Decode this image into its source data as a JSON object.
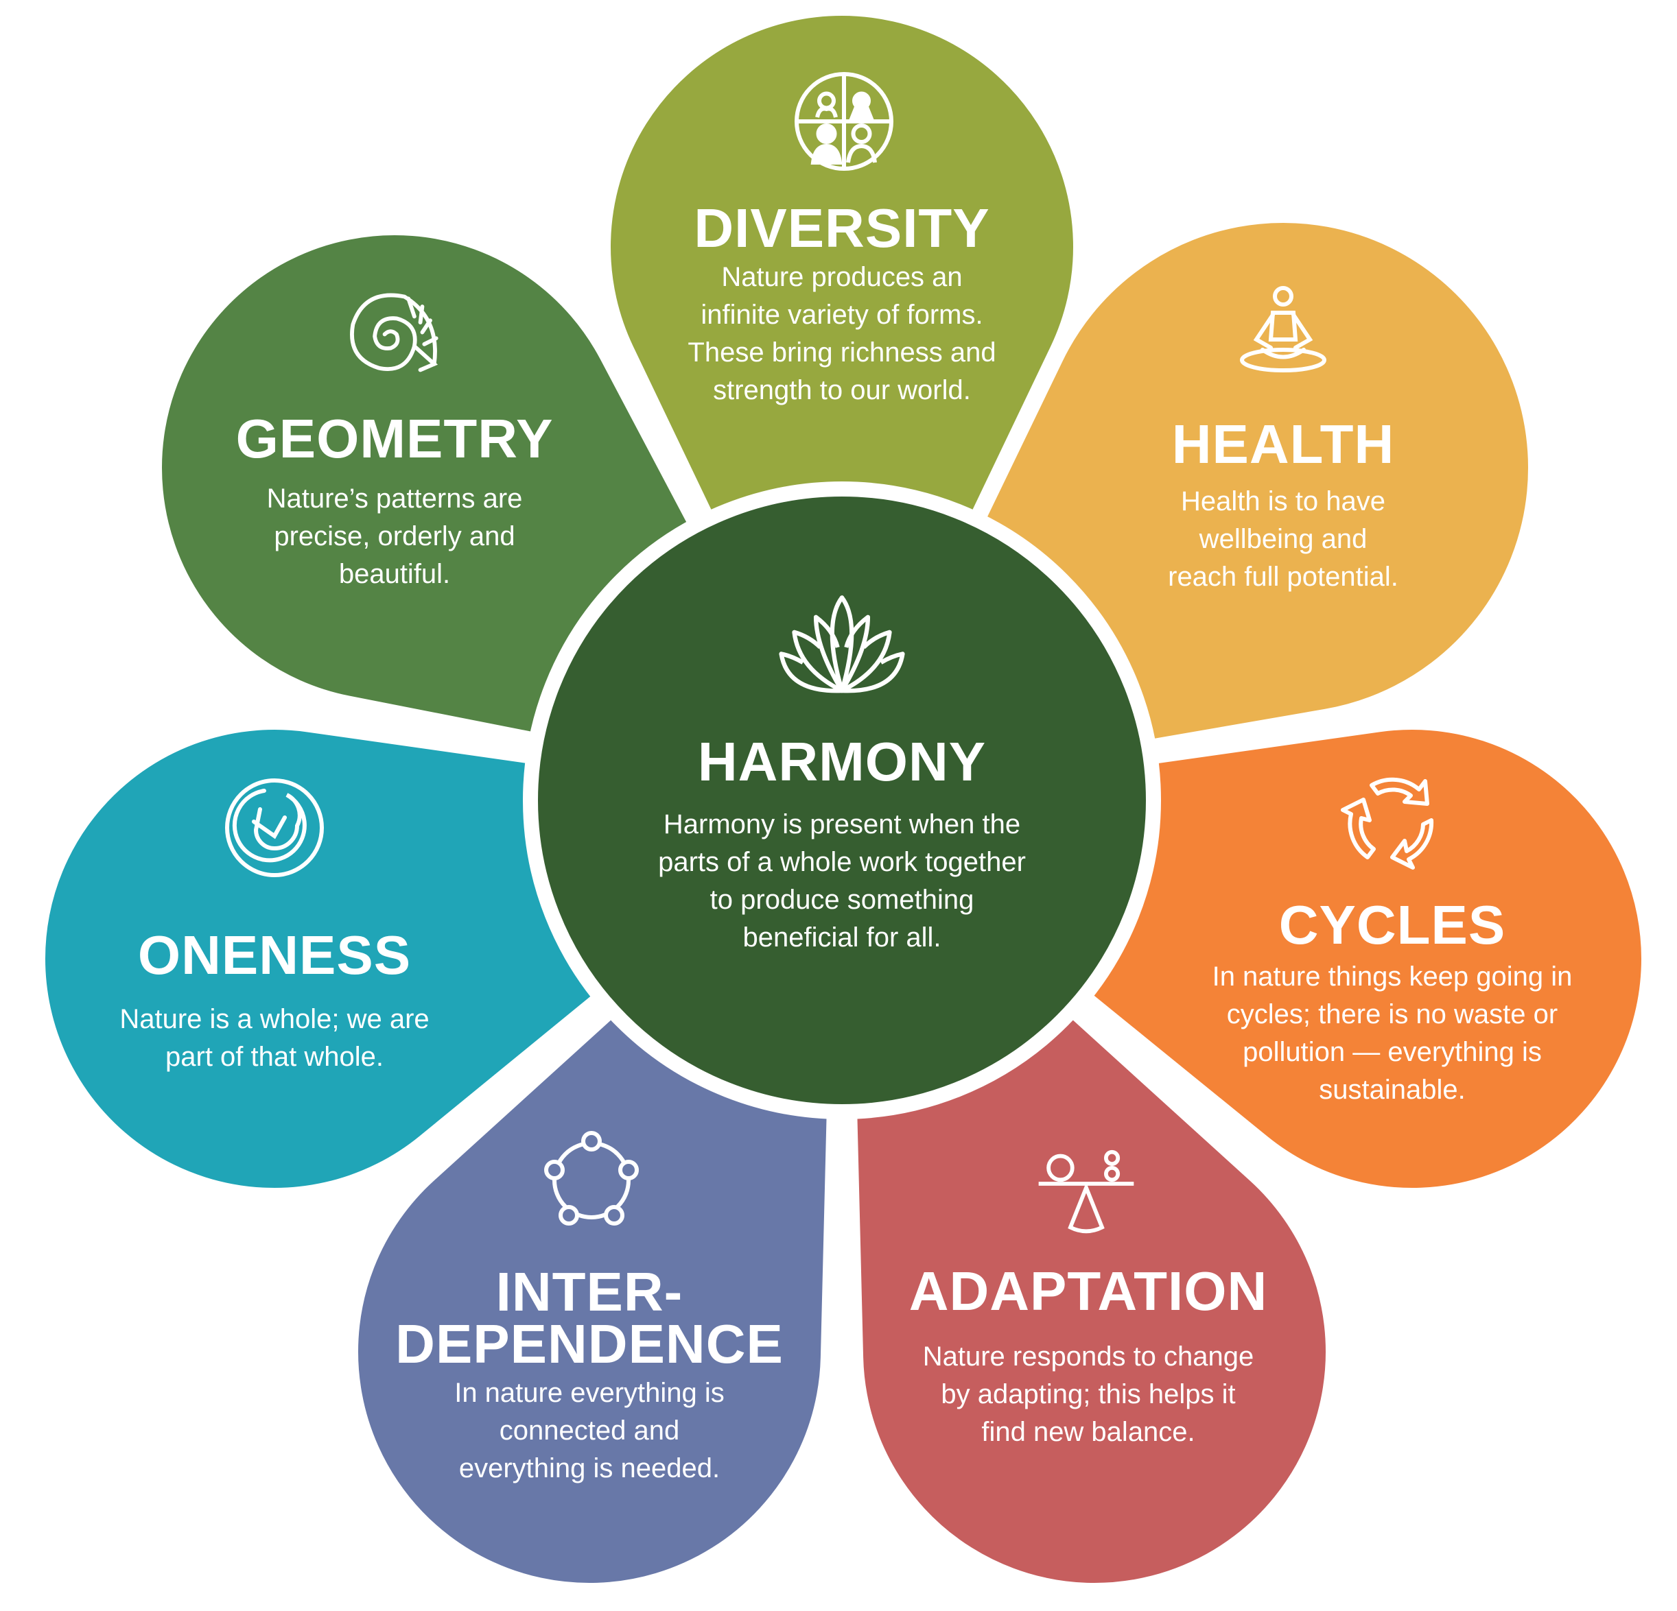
{
  "center": {
    "title": "HARMONY",
    "body": [
      "Harmony is present when the",
      "parts of a whole work together",
      "to produce something",
      "beneficial for all."
    ],
    "icon": "lotus-icon",
    "color": "#365e30"
  },
  "petals": [
    {
      "id": "diversity",
      "title": [
        "DIVERSITY"
      ],
      "body": [
        "Nature produces an",
        "infinite variety of forms.",
        "These bring richness and",
        "strength to our world."
      ],
      "icon": "diverse-people-icon",
      "color": "#97a83f"
    },
    {
      "id": "health",
      "title": [
        "HEALTH"
      ],
      "body": [
        "Health is to have",
        "wellbeing and",
        "reach full potential."
      ],
      "icon": "meditation-icon",
      "color": "#ebb24f"
    },
    {
      "id": "cycles",
      "title": [
        "CYCLES"
      ],
      "body": [
        "In nature things keep going in",
        "cycles; there is no waste or",
        "pollution — everything is",
        "sustainable."
      ],
      "icon": "cycle-arrows-icon",
      "color": "#f48337"
    },
    {
      "id": "adaptation",
      "title": [
        "ADAPTATION"
      ],
      "body": [
        "Nature responds to change",
        "by adapting; this helps it",
        "find new balance."
      ],
      "icon": "balance-icon",
      "color": "#c65e5e"
    },
    {
      "id": "interdependence",
      "title": [
        "INTER-",
        "DEPENDENCE"
      ],
      "body": [
        "In nature everything is",
        "connected and",
        "everything is needed."
      ],
      "icon": "connected-circle-icon",
      "color": "#6878a8"
    },
    {
      "id": "oneness",
      "title": [
        "ONENESS"
      ],
      "body": [
        "Nature is a whole; we are",
        "part of that whole."
      ],
      "icon": "spiral-circle-icon",
      "color": "#20a5b7"
    },
    {
      "id": "geometry",
      "title": [
        "GEOMETRY"
      ],
      "body": [
        "Nature’s patterns are",
        "precise, orderly and",
        "beautiful."
      ],
      "icon": "shell-icon",
      "color": "#548445"
    }
  ]
}
